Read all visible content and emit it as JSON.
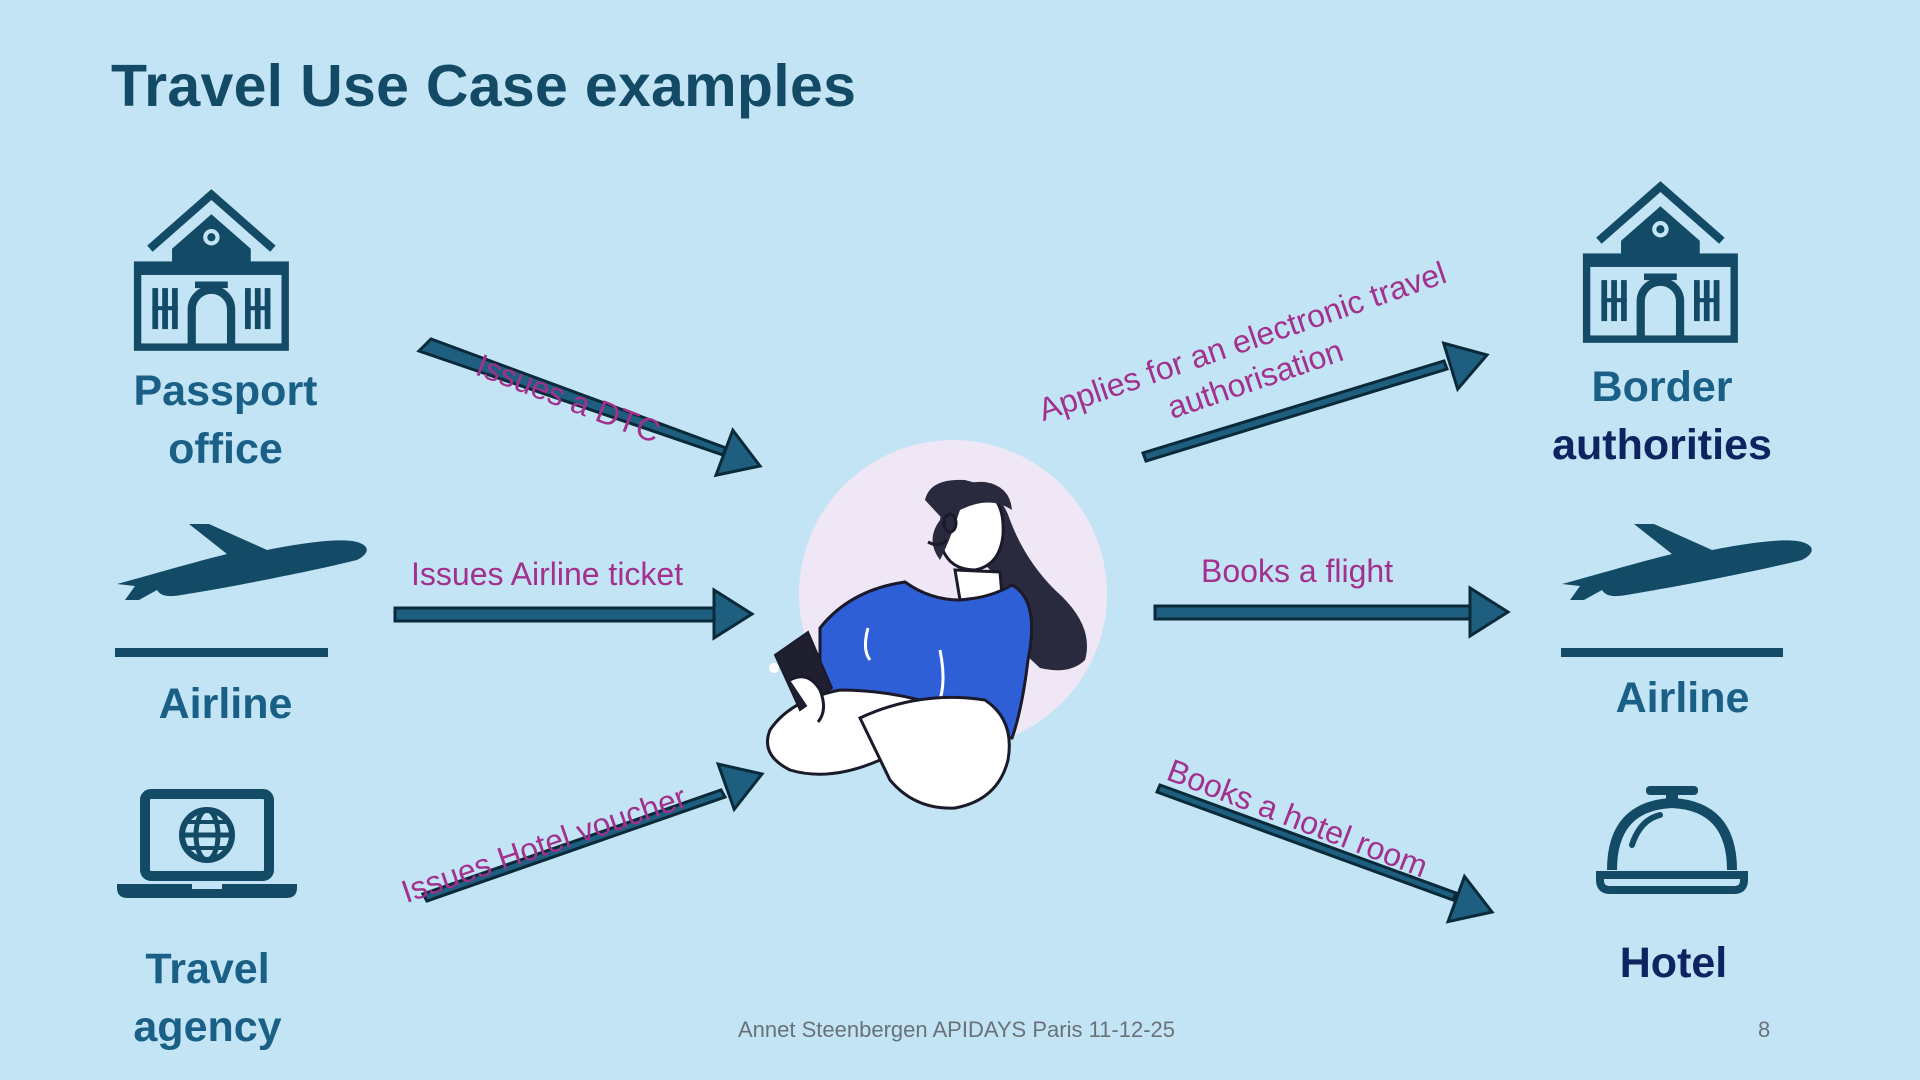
{
  "title": "Travel Use Case examples",
  "left_actors": {
    "passport": {
      "line1": "Passport",
      "line2": "office",
      "icon": "government-building-icon"
    },
    "airline": {
      "label": "Airline",
      "icon": "airplane-icon"
    },
    "agency": {
      "line1": "Travel",
      "line2": "agency",
      "icon": "laptop-globe-icon"
    }
  },
  "right_actors": {
    "border": {
      "line1": "Border",
      "line2": "authorities",
      "icon": "government-building-icon"
    },
    "airline": {
      "label": "Airline",
      "icon": "airplane-icon"
    },
    "hotel": {
      "label": "Hotel",
      "icon": "hotel-bell-icon"
    }
  },
  "arrows": {
    "dtc": "Issues a DTC",
    "ticket": "Issues Airline ticket",
    "voucher": "Issues Hotel voucher",
    "eta_line1": "Applies for an electronic travel",
    "eta_line2": "authorisation",
    "flight": "Books a flight",
    "hotel_room": "Books a hotel room"
  },
  "traveler_icon": "traveler-with-phone-illustration",
  "footer": "Annet Steenbergen APIDAYS Paris 11-12-25",
  "page_number": "8",
  "colors": {
    "background": "#c2e4f5",
    "icon": "#134a66",
    "label": "#1a5f86",
    "label_dark": "#0e2460",
    "annotation": "#a2308d",
    "arrow_fill": "#1e5f80",
    "shirt": "#2f5fd6"
  }
}
